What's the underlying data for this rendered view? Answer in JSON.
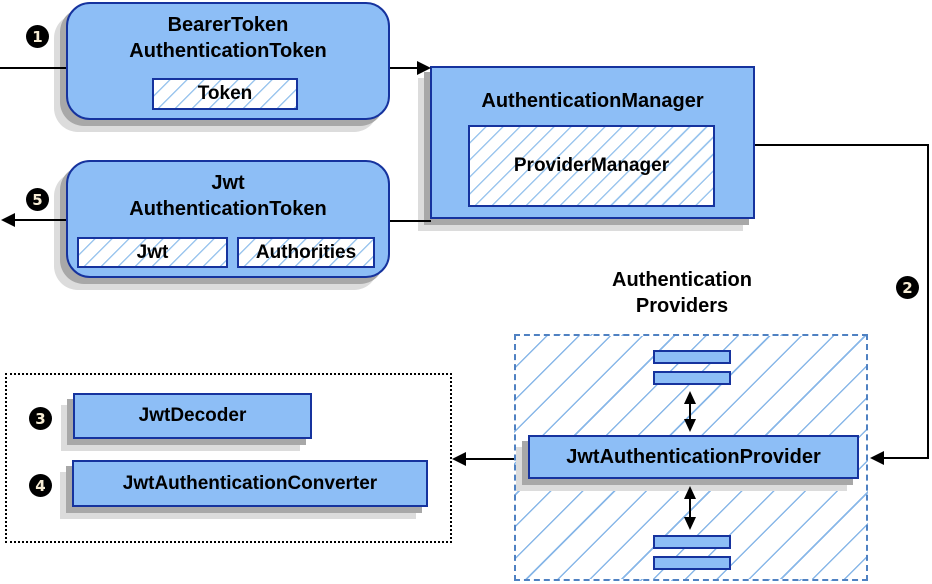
{
  "diagram": {
    "badges": {
      "step1": "1",
      "step2": "2",
      "step3": "3",
      "step4": "4",
      "step5": "5"
    },
    "bearer_token_node": {
      "title_line1": "BearerToken",
      "title_line2": "AuthenticationToken",
      "token_chip": "Token"
    },
    "authentication_manager_node": {
      "title": "AuthenticationManager",
      "provider_manager_chip": "ProviderManager"
    },
    "jwt_authentication_token_node": {
      "title_line1": "Jwt",
      "title_line2": "AuthenticationToken",
      "jwt_chip": "Jwt",
      "authorities_chip": "Authorities"
    },
    "authentication_providers_group": {
      "label_line1": "Authentication",
      "label_line2": "Providers",
      "jwt_authentication_provider_node": "JwtAuthenticationProvider"
    },
    "resolver_group": {
      "jwt_decoder_node": "JwtDecoder",
      "jwt_authentication_converter_node": "JwtAuthenticationConverter"
    },
    "colors": {
      "node_fill": "#8dbef6",
      "node_border": "#16339e",
      "chip_hatch_line": "#9cc6ee",
      "container_hatch_line": "#88b7e8",
      "container_dash_border": "#4f81c2",
      "dotted_border": "#000000",
      "shadow_dark": "#a8a8a8",
      "shadow_light": "#dcdcdc",
      "arrow_color": "#000000",
      "badge_bg": "#000000",
      "badge_text": "#f7edd5"
    }
  }
}
